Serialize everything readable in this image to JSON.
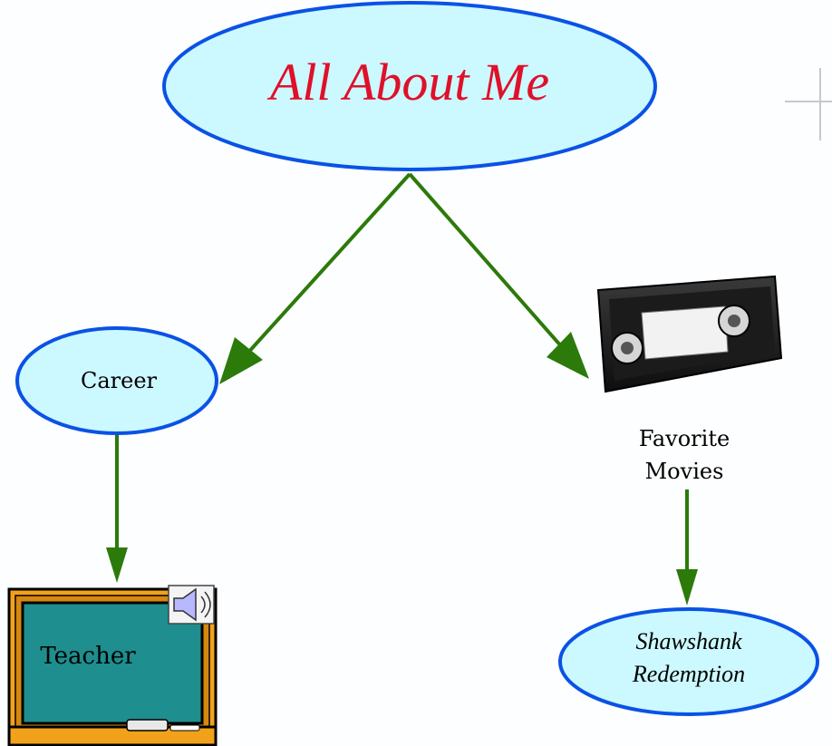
{
  "title": "All About Me",
  "nodes": {
    "career": "Career",
    "teacher": "Teacher",
    "favorite_movies_line1": "Favorite",
    "favorite_movies_line2": "Movies",
    "shawshank_line1": "Shawshank",
    "shawshank_line2": "Redemption"
  },
  "colors": {
    "ellipse_fill": "#ccf8ff",
    "ellipse_stroke": "#0a52e6",
    "title_text": "#e0102a",
    "connector": "#2c7a0a",
    "chalkboard": "#1e8e8e",
    "frame": "#f2a21a"
  },
  "icons": {
    "chalkboard": "chalkboard-icon",
    "speaker": "speaker-icon",
    "videotape": "videotape-icon",
    "add": "plus-icon"
  }
}
